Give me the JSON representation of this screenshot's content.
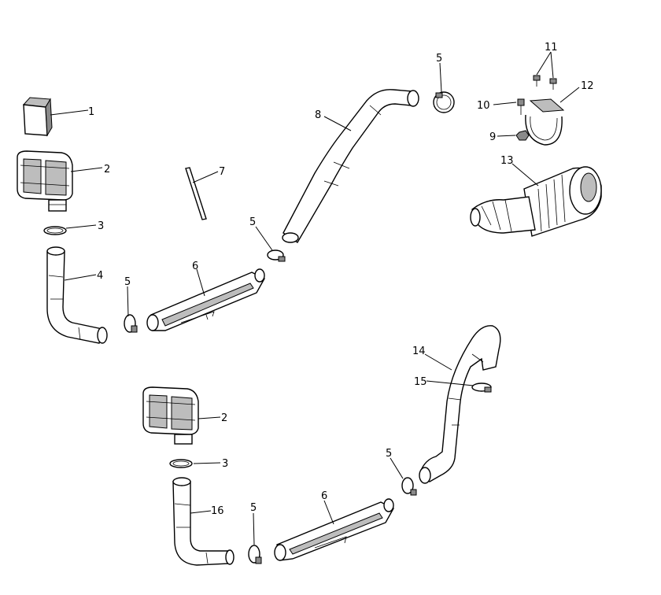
{
  "callouts": {
    "p1": "1",
    "p2a": "2",
    "p2b": "2",
    "p3a": "3",
    "p3b": "3",
    "p4": "4",
    "p5a": "5",
    "p5b": "5",
    "p5c": "5",
    "p5d": "5",
    "p5e": "5",
    "p6a": "6",
    "p6b": "6",
    "p7": "7",
    "p8": "8",
    "p9": "9",
    "p10": "10",
    "p11": "11",
    "p12": "12",
    "p13": "13",
    "p14": "14",
    "p15": "15",
    "p16": "16"
  }
}
